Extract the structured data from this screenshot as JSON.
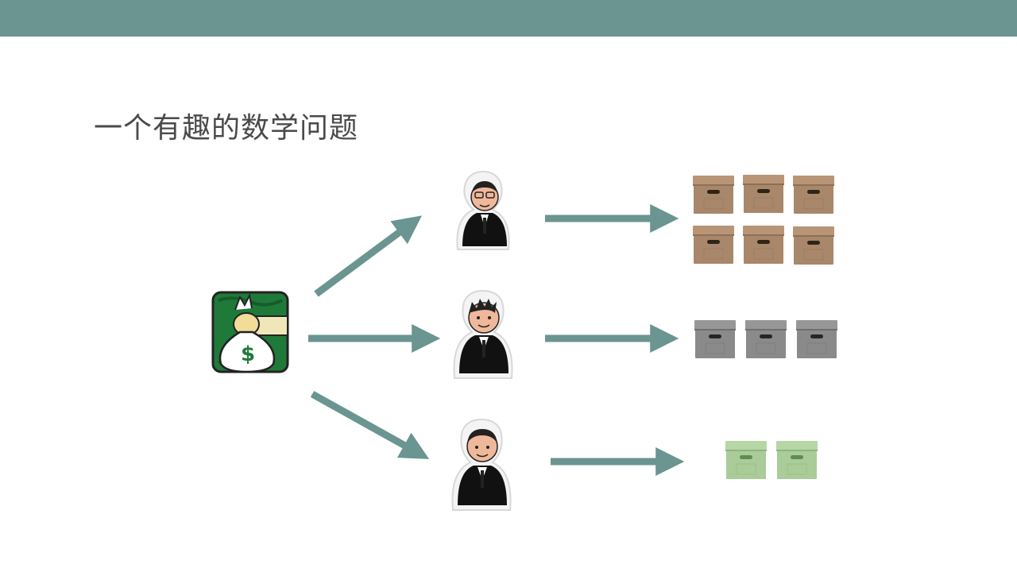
{
  "slide": {
    "title": "一个有趣的数学问题",
    "colors": {
      "header_bar": "#6a9591",
      "arrow": "#6a9591",
      "box_brown": "#a9876a",
      "box_gray": "#8a8a8a",
      "box_green": "#a9cc98",
      "money_panel": "#1f7a3a"
    }
  },
  "diagram": {
    "source_icon": "money-bag-icon",
    "people": [
      {
        "icon": "person-with-glasses-icon",
        "boxes": 6,
        "box_color": "brown"
      },
      {
        "icon": "person-spiky-hair-icon",
        "boxes": 3,
        "box_color": "gray"
      },
      {
        "icon": "person-icon",
        "boxes": 2,
        "box_color": "green"
      }
    ]
  }
}
